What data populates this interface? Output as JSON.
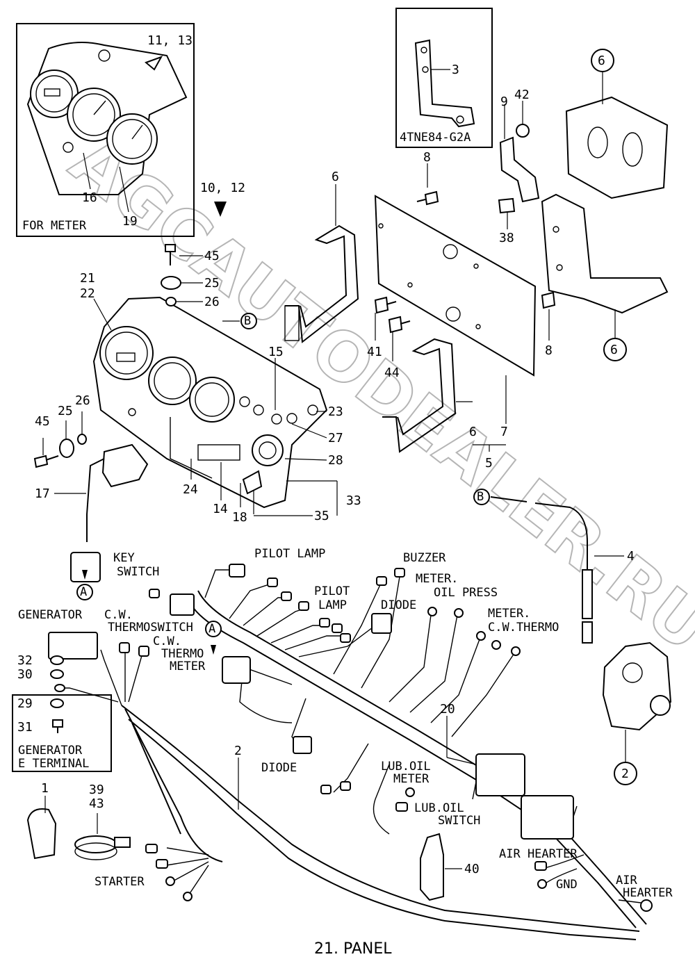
{
  "title": "21. PANEL",
  "watermark": "AGCAUTODEALER.RU",
  "insets": {
    "meter": {
      "label": "FOR METER",
      "parts": [
        "11, 13",
        "16",
        "19"
      ]
    },
    "bracket": {
      "label": "4TNE84-G2A",
      "part": "3"
    },
    "generator": {
      "label_line1": "GENERATOR",
      "label_line2": "E TERMINAL"
    }
  },
  "labels": {
    "view_10_12": "10, 12",
    "key_switch_1": "KEY",
    "key_switch_2": "SWITCH",
    "pilot_lamp_top": "PILOT LAMP",
    "buzzer": "BUZZER",
    "pilot_lamp_1": "PILOT",
    "pilot_lamp_2": "LAMP",
    "meter_oil_1": "METER.",
    "meter_oil_2": "OIL PRESS",
    "diode_top": "DIODE",
    "meter_cw_1": "METER.",
    "meter_cw_2": "C.W.THERMO",
    "generator": "GENERATOR",
    "cw_ts_1": "C.W.",
    "cw_ts_2": "THERMOSWITCH",
    "cw_tm_1": "C.W.",
    "cw_tm_2": "THERMO",
    "cw_tm_3": "METER",
    "diode_bottom": "DIODE",
    "lub_meter_1": "LUB.OIL",
    "lub_meter_2": "METER",
    "lub_switch_1": "LUB.OIL",
    "lub_switch_2": "SWITCH",
    "air_hearter": "AIR HEARTER",
    "gnd": "GND",
    "air_hearter_2a": "AIR",
    "air_hearter_2b": "HEARTER",
    "starter": "STARTER",
    "ref_a": "A",
    "ref_b": "B"
  },
  "parts": {
    "p6a": "6",
    "p6b": "6",
    "p6c": "6",
    "p6d": "6",
    "p8a": "8",
    "p8b": "8",
    "p9": "9",
    "p42": "42",
    "p38": "38",
    "p45a": "45",
    "p25a": "25",
    "p26a": "26",
    "p21": "21",
    "p22": "22",
    "p15": "15",
    "p41": "41",
    "p44": "44",
    "p23": "23",
    "p27": "27",
    "p28": "28",
    "p7": "7",
    "p5": "5",
    "p45b": "45",
    "p25b": "25",
    "p26b": "26",
    "p17": "17",
    "p24": "24",
    "p14": "14",
    "p18": "18",
    "p33": "33",
    "p35": "35",
    "p4": "4",
    "p20": "20",
    "p2a": "2",
    "p2b": "2",
    "p32": "32",
    "p30": "30",
    "p29": "29",
    "p31": "31",
    "p1": "1",
    "p39": "39",
    "p43": "43",
    "p40": "40"
  }
}
